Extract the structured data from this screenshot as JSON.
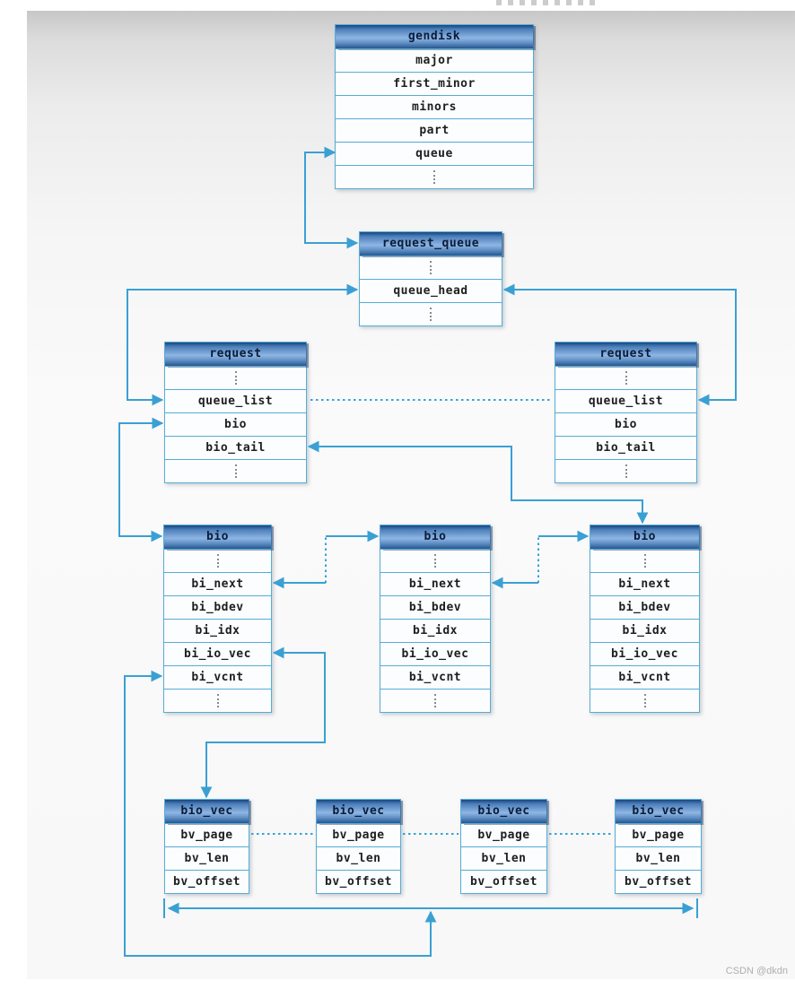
{
  "structs": {
    "gendisk": {
      "title": "gendisk",
      "fields": [
        "major",
        "first_minor",
        "minors",
        "part",
        "queue"
      ]
    },
    "request_queue": {
      "title": "request_queue",
      "fields": [
        "queue_head"
      ]
    },
    "request_left": {
      "title": "request",
      "fields": [
        "queue_list",
        "bio",
        "bio_tail"
      ]
    },
    "request_right": {
      "title": "request",
      "fields": [
        "queue_list",
        "bio",
        "bio_tail"
      ]
    },
    "bio_left": {
      "title": "bio",
      "fields": [
        "bi_next",
        "bi_bdev",
        "bi_idx",
        "bi_io_vec",
        "bi_vcnt"
      ]
    },
    "bio_middle": {
      "title": "bio",
      "fields": [
        "bi_next",
        "bi_bdev",
        "bi_idx",
        "bi_io_vec",
        "bi_vcnt"
      ]
    },
    "bio_right": {
      "title": "bio",
      "fields": [
        "bi_next",
        "bi_bdev",
        "bi_idx",
        "bi_io_vec",
        "bi_vcnt"
      ]
    },
    "bio_vec_1": {
      "title": "bio_vec",
      "fields": [
        "bv_page",
        "bv_len",
        "bv_offset"
      ]
    },
    "bio_vec_2": {
      "title": "bio_vec",
      "fields": [
        "bv_page",
        "bv_len",
        "bv_offset"
      ]
    },
    "bio_vec_3": {
      "title": "bio_vec",
      "fields": [
        "bv_page",
        "bv_len",
        "bv_offset"
      ]
    },
    "bio_vec_4": {
      "title": "bio_vec",
      "fields": [
        "bv_page",
        "bv_len",
        "bv_offset"
      ]
    }
  },
  "colors": {
    "arrow": "#3aa0d4",
    "table_border": "#56acd6",
    "header_top": "#16457e",
    "header_mid": "#8fb6e4"
  },
  "watermark": "CSDN @dkdn"
}
